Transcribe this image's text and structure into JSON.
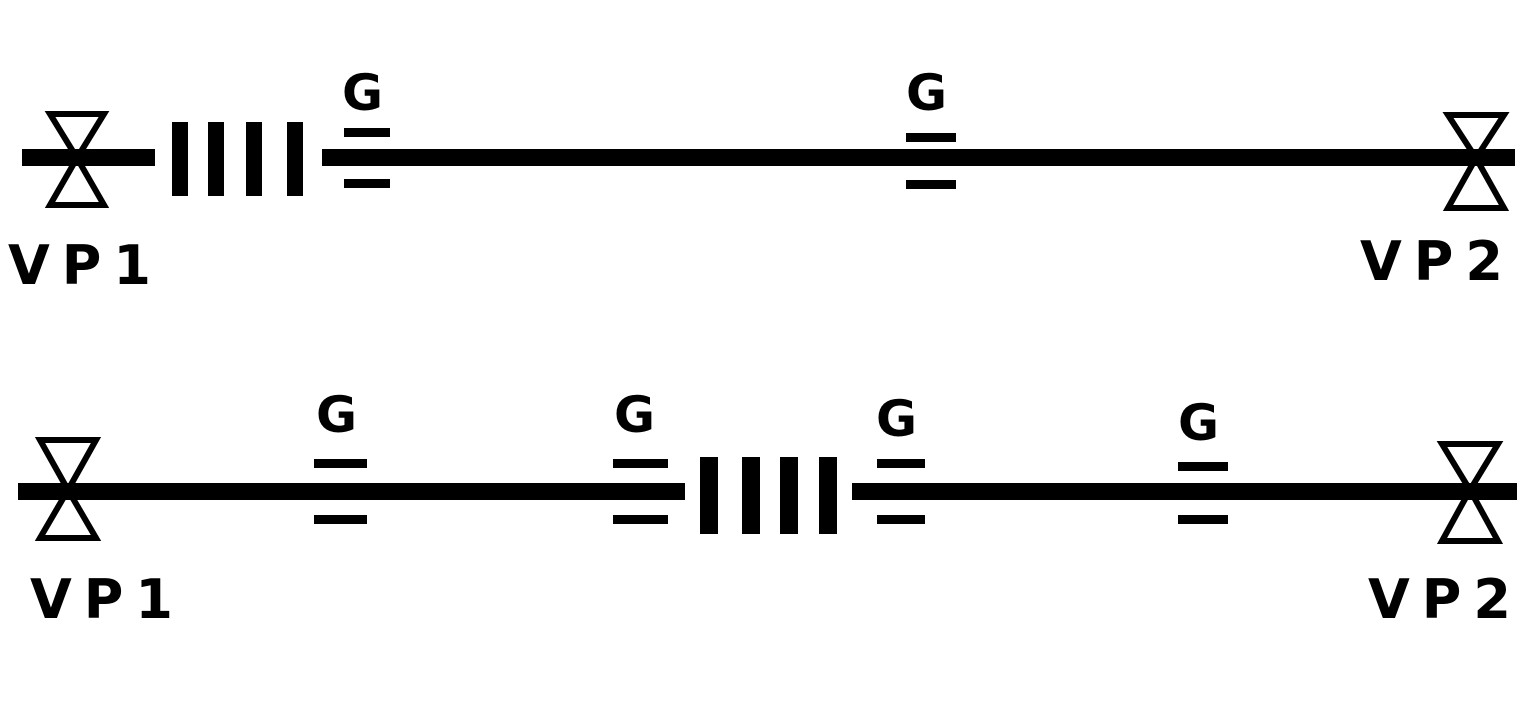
{
  "diagrams": [
    {
      "valve_left_label": "VP1",
      "valve_right_label": "VP2",
      "gauge_labels": [
        "G",
        "G"
      ]
    },
    {
      "valve_left_label": "VP1",
      "valve_right_label": "VP2",
      "gauge_labels": [
        "G",
        "G",
        "G",
        "G"
      ]
    }
  ]
}
